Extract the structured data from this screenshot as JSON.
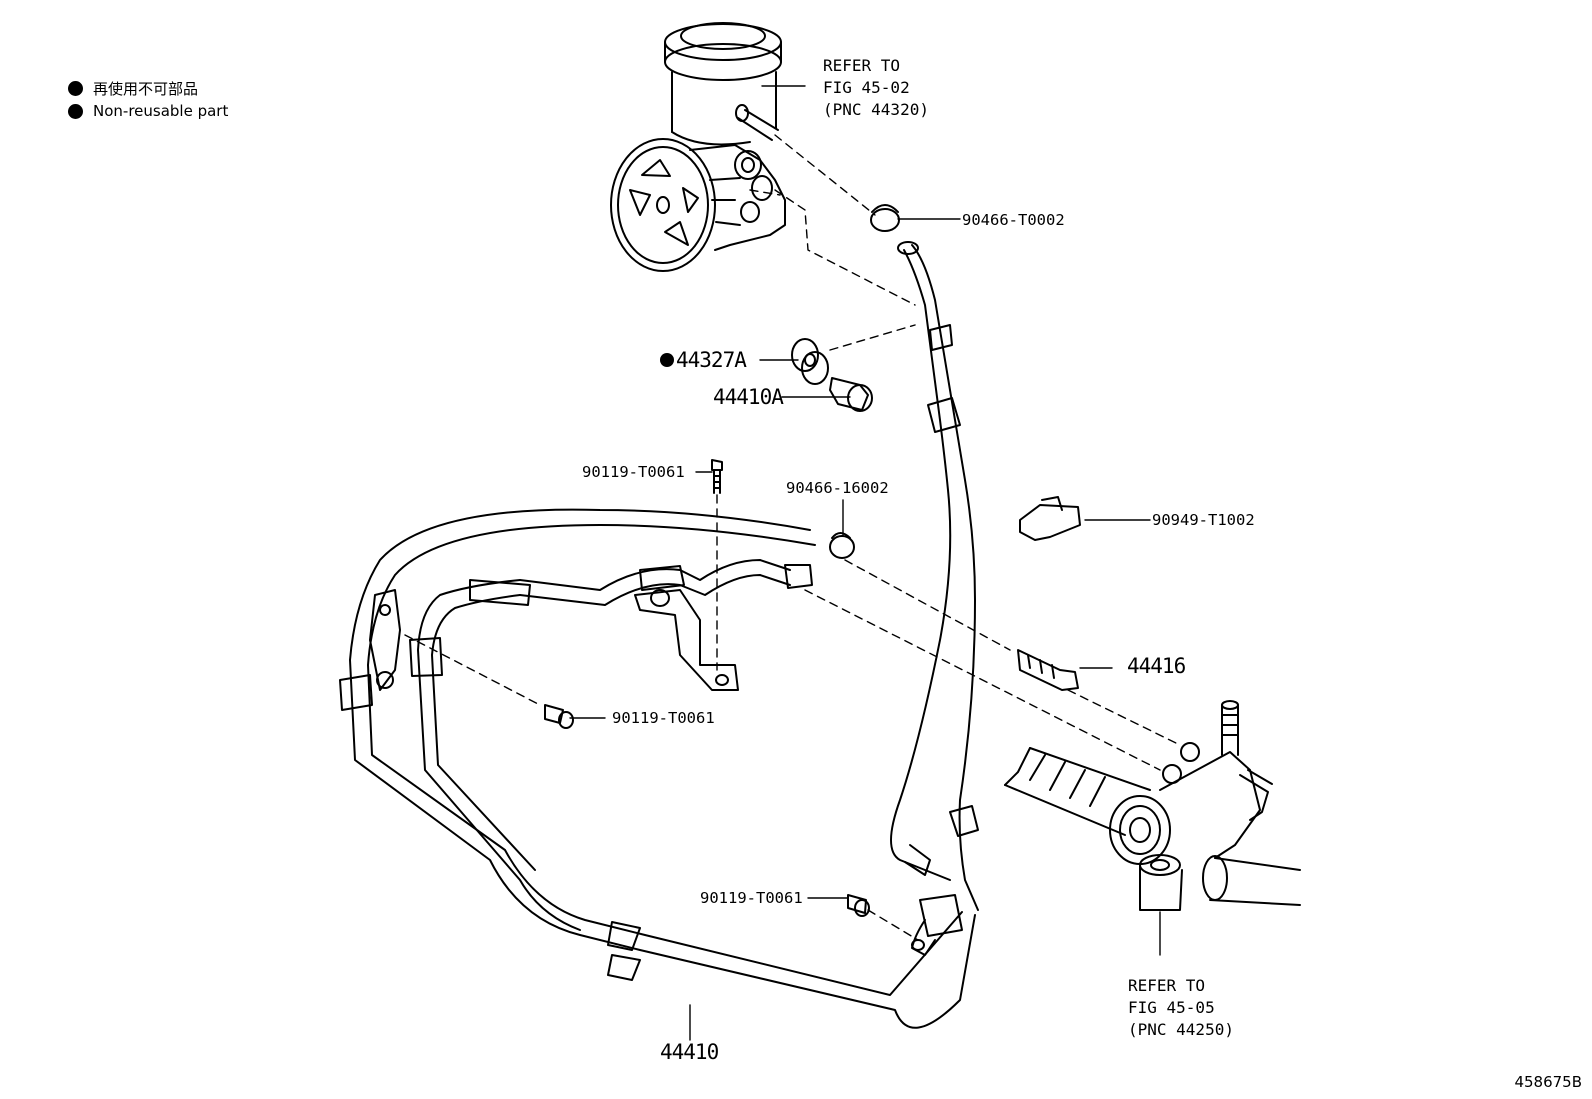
{
  "legend": [
    {
      "icon": "filled-dot",
      "text": "再使用不可部品"
    },
    {
      "icon": "filled-dot",
      "text": "Non-reusable part"
    }
  ],
  "references": {
    "pump": [
      "REFER TO",
      "FIG 45-02",
      "(PNC 44320)"
    ],
    "gear": [
      "REFER TO",
      "FIG 45-05",
      "(PNC 44250)"
    ]
  },
  "callouts": {
    "clamp_top": "90466-T0002",
    "gasket": "44327A",
    "union_bolt": "44410A",
    "bolt_upper": "90119-T0061",
    "clamp_mid": "90466-16002",
    "hose_clamp": "90949-T1002",
    "union_fitting": "44416",
    "bolt_left": "90119-T0061",
    "bolt_lower": "90119-T0061",
    "tube_assy": "44410"
  },
  "figure_number": "458675B"
}
